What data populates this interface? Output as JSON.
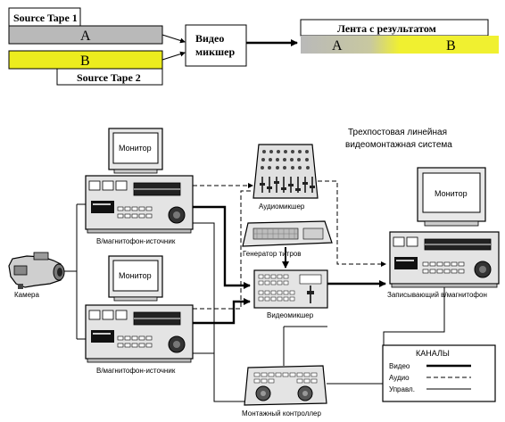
{
  "top": {
    "source_tape_1": "Source Tape 1",
    "source_tape_2": "Source Tape 2",
    "clip_a": "A",
    "clip_b": "B",
    "mixer_line1": "Видео",
    "mixer_line2": "микшер",
    "result_title": "Лента с результатом",
    "result_a": "A",
    "result_b": "B"
  },
  "bottom": {
    "title_line1": "Трехпостовая линейная",
    "title_line2": "видеомонтажная система",
    "monitor_label": "Монитор",
    "source_vcr_label": "В/магнитофон-источник",
    "camera_label": "Камера",
    "audio_mixer_label": "Аудиомикшер",
    "title_gen_label": "Генератор титров",
    "video_mixer_label": "Видеомикшер",
    "recorder_label": "Записывающий в/магнитофон",
    "controller_label": "Монтажный контроллер",
    "legend": {
      "title": "КАНАЛЫ",
      "video": "Видео",
      "audio": "Аудио",
      "control": "Управл."
    }
  },
  "colors": {
    "gray_clip": "#b9b9b9",
    "yellow_clip": "#ecec1e",
    "result_yellow": "#f0f030",
    "ink": "#000000"
  }
}
